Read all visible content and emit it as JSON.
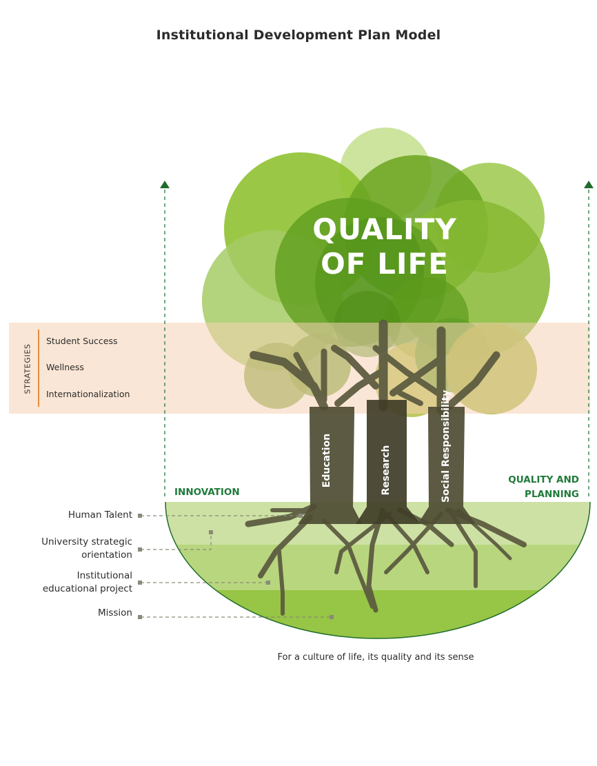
{
  "title": "Institutional Development Plan Model",
  "center_title": [
    "QUALITY",
    "OF LIFE"
  ],
  "strategies": {
    "heading": "STRATEGIES",
    "items": [
      "Student Success",
      "Wellness",
      "Internationalization"
    ]
  },
  "pillars": [
    "Education",
    "Research",
    "Social Responsibility"
  ],
  "side_labels": {
    "left": "INNOVATION",
    "right": [
      "QUALITY AND",
      "PLANNING"
    ]
  },
  "roots": {
    "human_talent": "Human Talent",
    "strategic": [
      "University strategic",
      "orientation"
    ],
    "educational_project": [
      "Institutional",
      "educational project"
    ],
    "mission": "Mission"
  },
  "caption": "For a culture of life, its quality and its sense",
  "colors": {
    "accent_green": "#1f7a3a",
    "orange": "#e88a3c",
    "trunk": "#5b5a3f",
    "soil_light": "#cde1a4",
    "soil_mid": "#b7d57b",
    "soil_dark": "#97c545"
  }
}
